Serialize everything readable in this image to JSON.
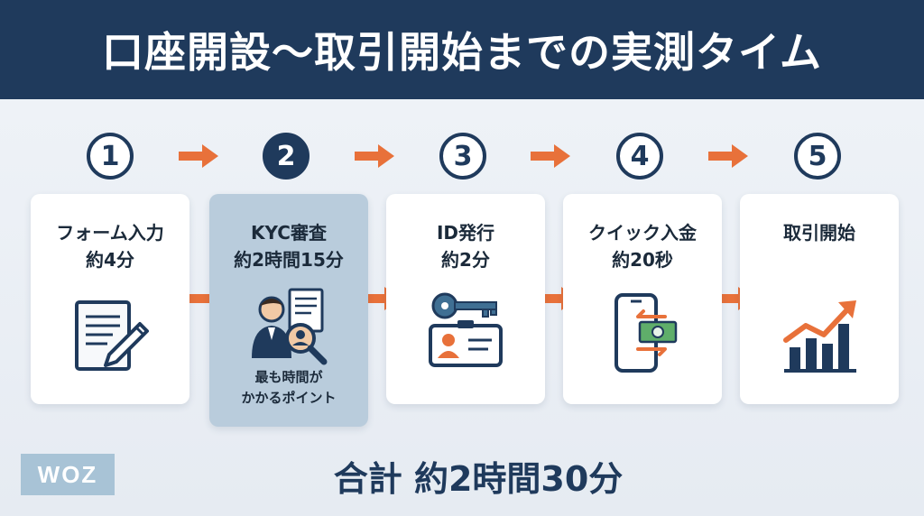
{
  "header": {
    "title": "口座開設〜取引開始までの実測タイム"
  },
  "steps": [
    {
      "number": "1",
      "title": "フォーム入力",
      "time": "約4分",
      "icon": "form-pen-icon"
    },
    {
      "number": "2",
      "title": "KYC審査",
      "time": "約2時間15分",
      "icon": "kyc-review-icon",
      "note_line1": "最も時間が",
      "note_line2": "かかるポイント"
    },
    {
      "number": "3",
      "title": "ID発行",
      "time": "約2分",
      "icon": "key-id-card-icon"
    },
    {
      "number": "4",
      "title": "クイック入金",
      "time": "約20秒",
      "icon": "phone-transfer-icon"
    },
    {
      "number": "5",
      "title": "取引開始",
      "time": "",
      "icon": "rising-chart-icon"
    }
  ],
  "total": "合計 約2時間30分",
  "logo": "WOZ",
  "colors": {
    "navy": "#1f3a5c",
    "accent_orange": "#e8713a",
    "highlight_card": "#b9ccdc"
  }
}
